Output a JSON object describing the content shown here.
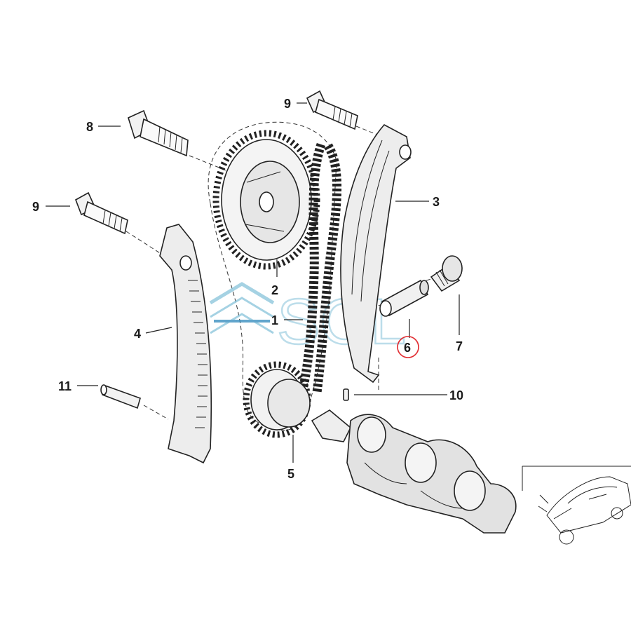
{
  "diagram": {
    "callouts": {
      "c1": "1",
      "c2": "2",
      "c3": "3",
      "c4": "4",
      "c5": "5",
      "c6": "6",
      "c7": "7",
      "c8": "8",
      "c9a": "9",
      "c9b": "9",
      "c10": "10",
      "c11": "11"
    },
    "highlighted_callout": "6",
    "highlight_color": "#e0262b",
    "watermark": "SOL",
    "watermark_color": "#8fc7dd"
  }
}
